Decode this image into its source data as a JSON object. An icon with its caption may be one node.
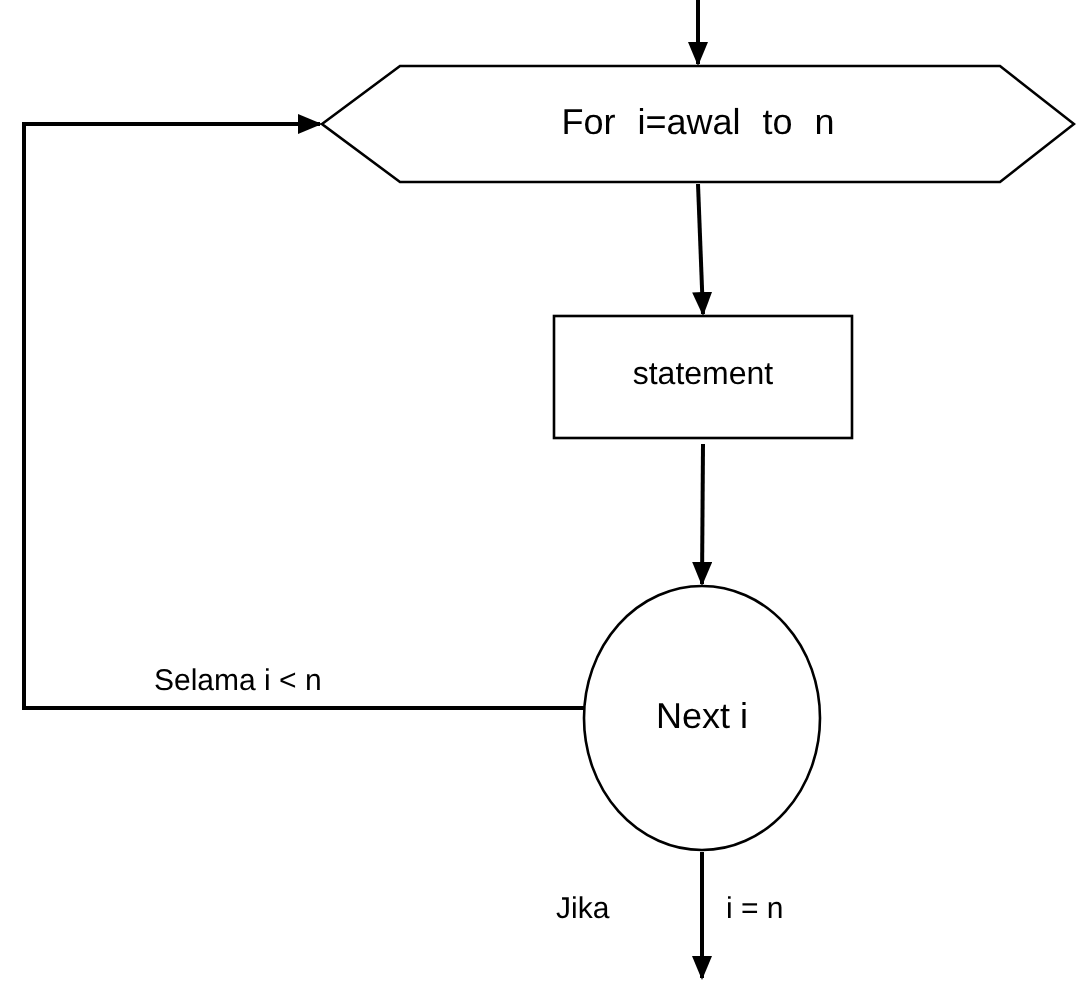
{
  "diagram": {
    "nodes": [
      {
        "text": [
          "For i=awal to n"
        ]
      },
      {
        "text": [
          "statement"
        ]
      },
      {
        "text": [
          "Next i"
        ]
      }
    ],
    "edges": [
      {
        "from": null,
        "to": 0,
        "arrow": "to"
      },
      {
        "from": 0,
        "to": 1,
        "arrow": "to"
      },
      {
        "from": 1,
        "to": 2,
        "arrow": "to"
      },
      {
        "from": 2,
        "to": 0,
        "arrow": "to",
        "label": "Selama i < n"
      },
      {
        "from": 2,
        "to": null,
        "arrow": "to"
      }
    ],
    "labels": [
      "Jika",
      "i = n"
    ]
  }
}
